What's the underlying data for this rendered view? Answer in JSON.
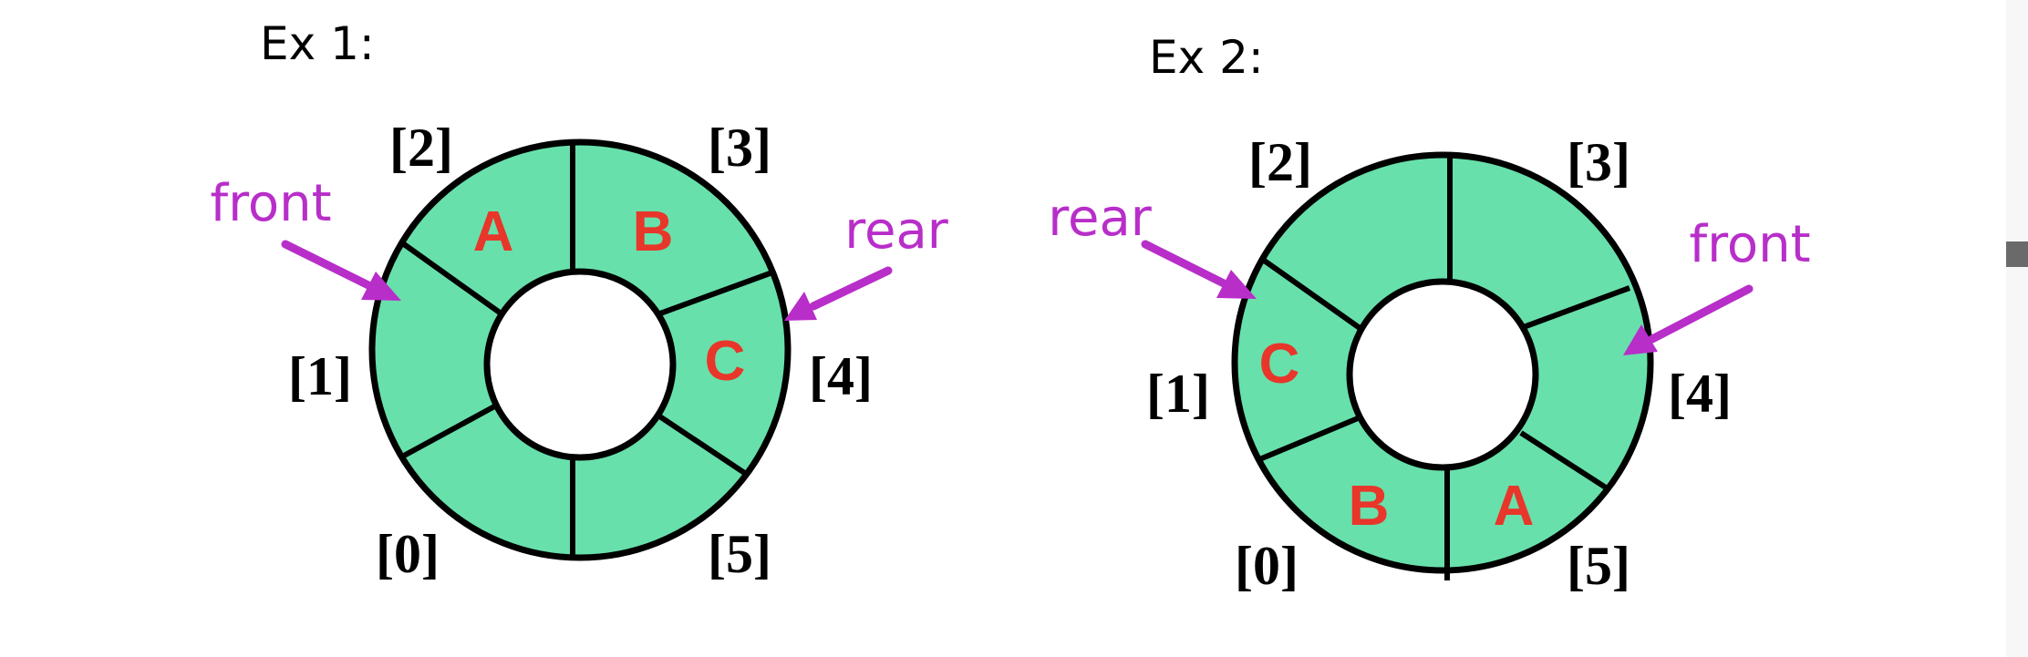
{
  "examples": [
    {
      "title": "Ex 1:",
      "indices": [
        "[0]",
        "[1]",
        "[2]",
        "[3]",
        "[4]",
        "[5]"
      ],
      "items": [
        "A",
        "B",
        "C"
      ],
      "pointers": {
        "front": "front",
        "rear": "rear"
      }
    },
    {
      "title": "Ex 2:",
      "indices": [
        "[0]",
        "[1]",
        "[2]",
        "[3]",
        "[4]",
        "[5]"
      ],
      "items": [
        "A",
        "B",
        "C"
      ],
      "pointers": {
        "front": "front",
        "rear": "rear"
      }
    }
  ],
  "colors": {
    "segment_fill": "#68e0ab",
    "item_text": "#e8362a",
    "pointer": "#b82ec9"
  }
}
